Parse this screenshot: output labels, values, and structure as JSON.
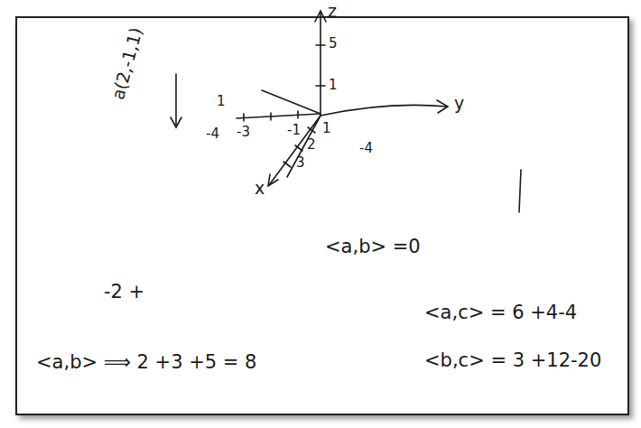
{
  "diagram": {
    "labels": [
      "a(2,-1,1)",
      "z",
      "5",
      "1",
      "y",
      "x",
      "1",
      "2",
      "3",
      "-1",
      "-3",
      "-4",
      "1",
      "-4",
      "<a,b> =0",
      "-2 +",
      "<a,c> = 6 +4-4",
      "<a,b> ⟹ 2 +3 +5 = 8",
      "<b,c> = 3 +12-20"
    ]
  }
}
